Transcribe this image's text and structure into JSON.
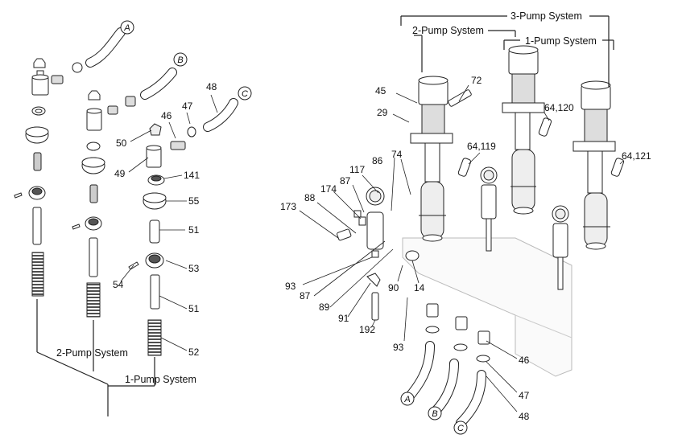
{
  "system_labels": {
    "three_pump": "3-Pump System",
    "two_pump_right": "2-Pump System",
    "one_pump_right": "1-Pump System",
    "two_pump_left": "2-Pump System",
    "one_pump_left": "1-Pump System"
  },
  "callouts": {
    "a": "A",
    "b": "B",
    "c": "C"
  },
  "part_labels": {
    "p45": "45",
    "p72": "72",
    "p29": "29",
    "p64_120": "64,120",
    "p64_119": "64,119",
    "p64_121": "64,121",
    "p86": "86",
    "p74": "74",
    "p117": "117",
    "p87a": "87",
    "p174": "174",
    "p88": "88",
    "p173": "173",
    "p93a": "93",
    "p87b": "87",
    "p89": "89",
    "p91": "91",
    "p192": "192",
    "p90": "90",
    "p14": "14",
    "p93b": "93",
    "p46r": "46",
    "p47r": "47",
    "p48r": "48",
    "p48l": "48",
    "p47l": "47",
    "p46l": "46",
    "p50": "50",
    "p49": "49",
    "p141": "141",
    "p55": "55",
    "p51a": "51",
    "p53": "53",
    "p54": "54",
    "p51b": "51",
    "p52": "52"
  }
}
